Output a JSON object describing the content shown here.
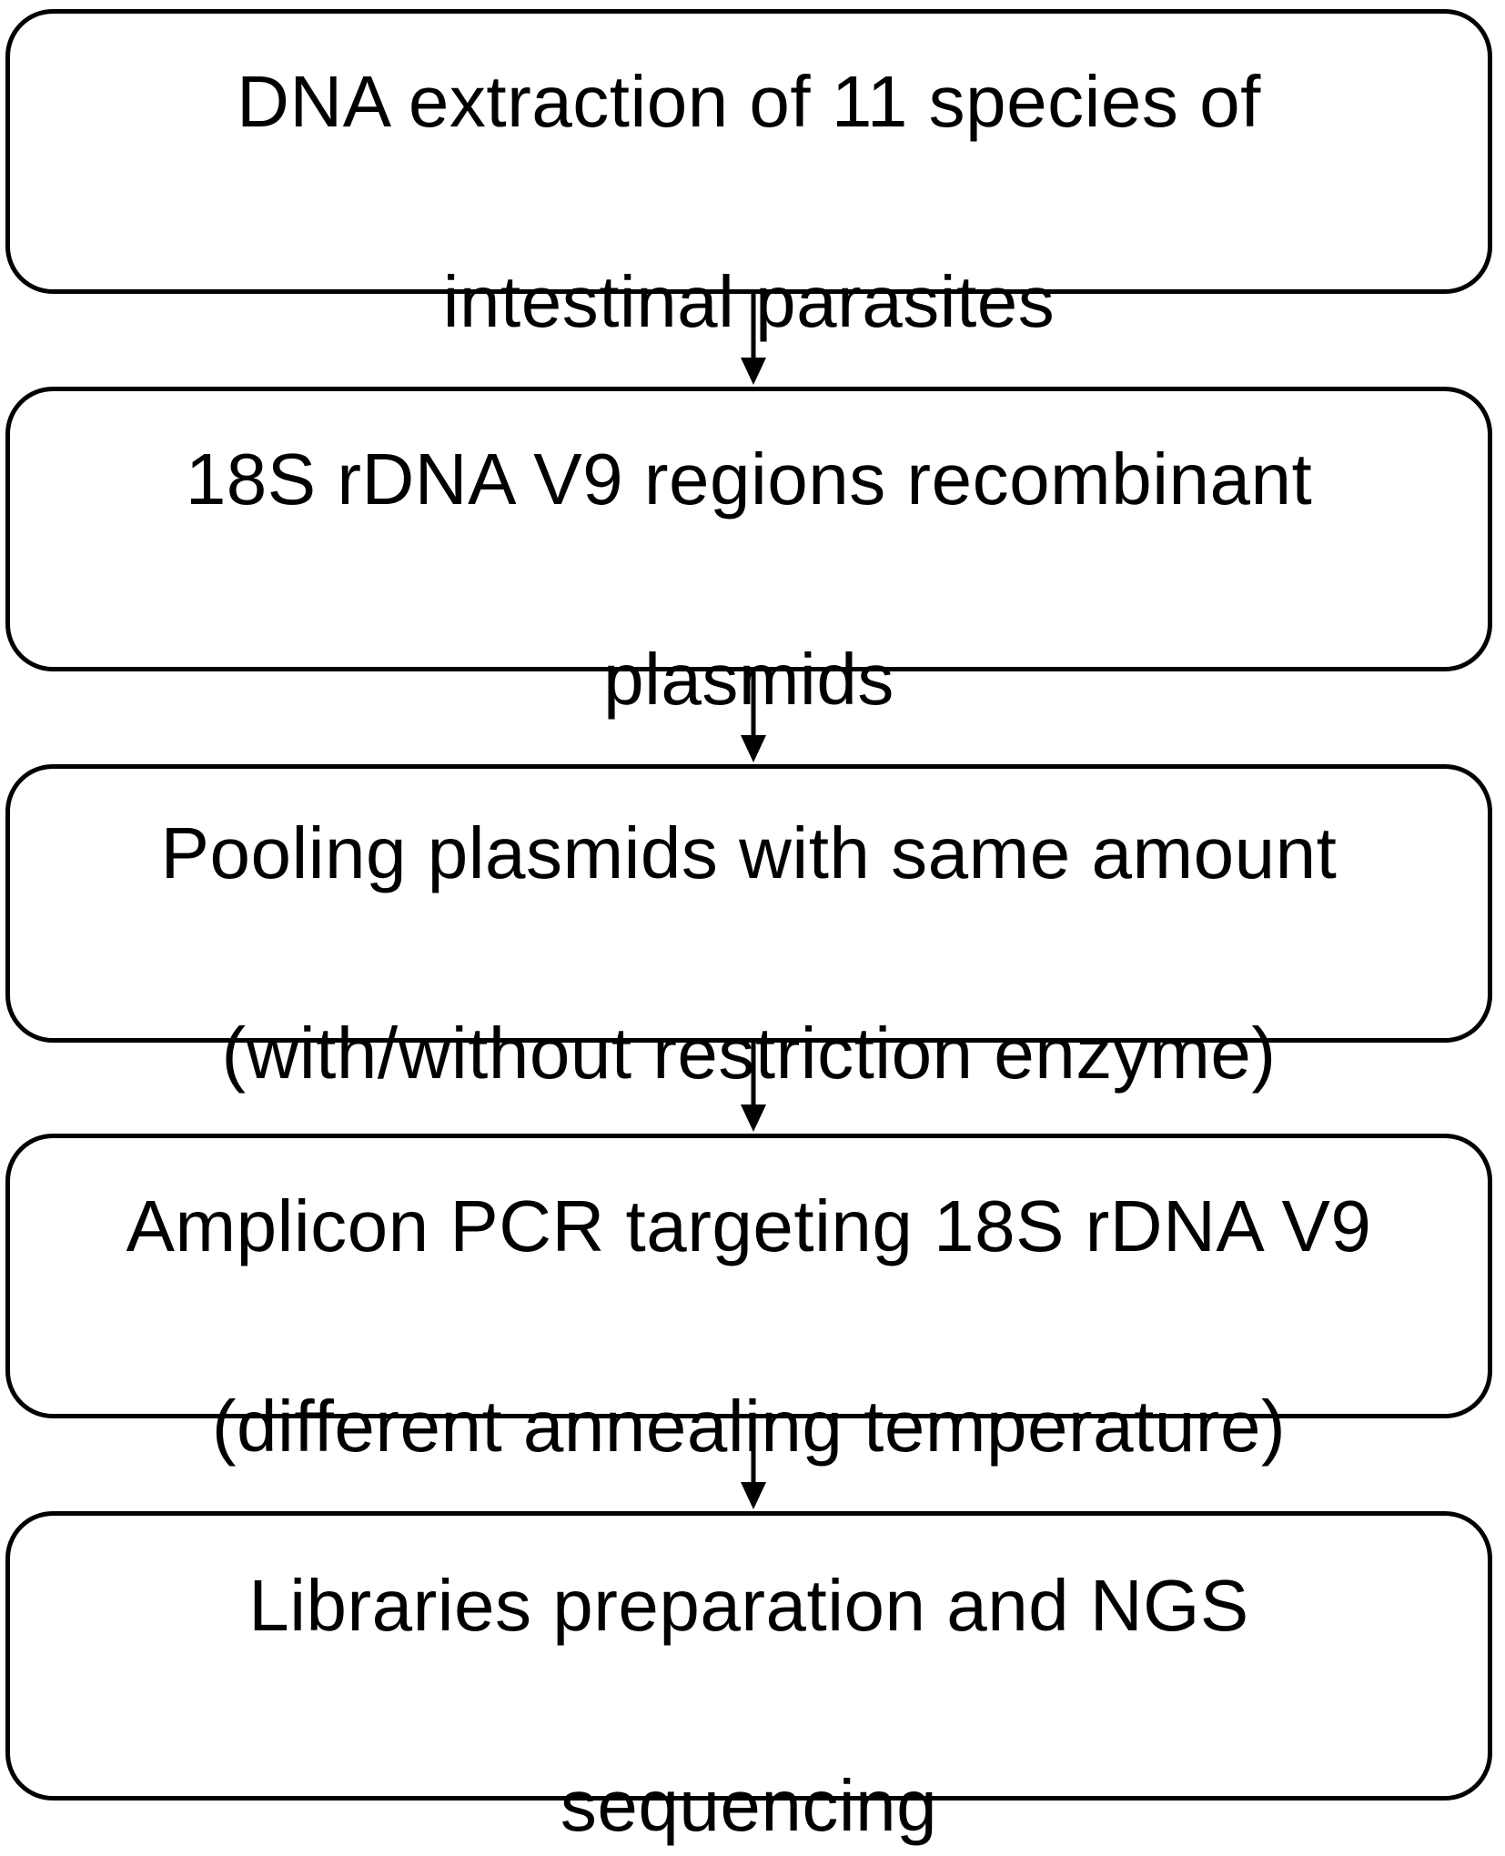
{
  "steps": [
    {
      "line1": "DNA extraction of 11 species of",
      "line2": "intestinal parasites"
    },
    {
      "line1": "18S rDNA V9 regions recombinant",
      "line2": "plasmids"
    },
    {
      "line1": "Pooling plasmids with same amount",
      "line2": "(with/without restriction enzyme)"
    },
    {
      "line1": "Amplicon PCR targeting 18S rDNA V9",
      "line2": "(different annealing temperature)"
    },
    {
      "line1": "Libraries preparation and NGS",
      "line2": "sequencing"
    }
  ],
  "colors": {
    "stroke": "#000000",
    "background": "#ffffff"
  },
  "icons": {
    "connector": "down-arrow-icon"
  }
}
